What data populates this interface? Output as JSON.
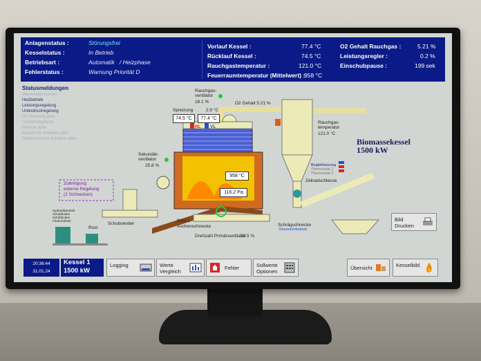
{
  "header": {
    "anlagenstatus_label": "Anlagenstatus :",
    "anlagenstatus_value": "Störungsfrei",
    "kesselstatus_label": "Kesselstatus :",
    "kesselstatus_value": "In Betrieb",
    "betriebsart_label": "Betriebsart :",
    "betriebsart_value": "Automatik   / Heizphase",
    "fehlerstatus_label": "Fehlerstatus :",
    "fehlerstatus_value": "Warnung Priorität D",
    "vorlauf_label": "Vorlauf Kessel :",
    "vorlauf_value": "77.4 °C",
    "ruecklauf_label": "Rücklauf Kessel :",
    "ruecklauf_value": "74.5 °C",
    "rauchgas_label": "Rauchgastemperatur :",
    "rauchgas_value": "121.0 °C",
    "feuerraum_label": "Feuerraumtemperatur (Mittelwert) :",
    "feuerraum_value": "958 °C",
    "o2_label": "O2 Gehalt Rauchgas :",
    "o2_value": "5.21 %",
    "leistungsregler_label": "Leistungsregler :",
    "leistungsregler_value": "0.2 %",
    "einschubpause_label": "Einschubpause :",
    "einschubpause_value": "199 sek"
  },
  "status": {
    "title": "Statusmeldungen",
    "items": [
      {
        "text": "Warmhalteroutinen",
        "active": false
      },
      {
        "text": "Heizbetrieb",
        "active": true
      },
      {
        "text": "Leistungsregelung",
        "active": true
      },
      {
        "text": "Unterdruckregelung",
        "active": true
      },
      {
        "text": "O2 Messung aktiv",
        "active": false
      },
      {
        "text": "Lambdaregelung",
        "active": false
      },
      {
        "text": "Brenner aktiv",
        "active": false
      },
      {
        "text": "Rauchrohr Schieber aktiv",
        "active": false
      },
      {
        "text": "Gebläsekessel Schieber aktiv",
        "active": false
      }
    ]
  },
  "process": {
    "rauchgasventilator_label": "Rauchgas-\nventilator",
    "rauchgasventilator_value": "18.1 %",
    "o2_label": "O2 Gehalt 5.21 %",
    "spreizung_label": "Spreizung",
    "spreizung_value": "2.9 °C",
    "ruecklauf_box": "74.5 °C",
    "vorlauf_box": "77.4 °C",
    "rl_label": "RL",
    "vl_label": "VL",
    "rauchgastemp_label": "Rauchgas-\ntemperatur",
    "rauchgastemp_value": "121.0 °C",
    "boiler_title_1": "Biomassekessel",
    "boiler_title_2": "1500 kW",
    "sekundaer_label": "Sekundär-\nventilator",
    "sekundaer_value": "25.8 %",
    "feuerraum_box": "958 °C",
    "druck_box": "116.2 Pa",
    "begleitheizung": "Begleitheizung",
    "thermostat1": "Thermostat 1",
    "thermostat2": "Thermostat 2",
    "zellradschleuse": "Zellradschleuse",
    "zubringung": "Zubringung\nexterne Regelung\n(2 Schnecken)",
    "schubboden_text": "Hydraulikantrieb\nSchubboden\nSchubboden\nFördereinheit",
    "rost_label": "Rost",
    "schubsender": "Schubsender",
    "rost1_label": "Rost 1",
    "aschenschnecke": "Aschenschnecke",
    "drehzahl_label": "Drehzahl Primärventilator",
    "drehzahl_value": "59.5 %",
    "schraegschnecke": "Schrägschnecke",
    "reversierbetrieb": "Reversierbetrieb",
    "bild_drucken": "Bild\nDrucken"
  },
  "toolbar": {
    "time": "20:36:44",
    "date": "31.01.24",
    "kessel_1": "Kessel 1",
    "kessel_power": "1500 kW",
    "logging": "Logging",
    "werte": "Werte\nVergleich",
    "fehler": "Fehler",
    "sollwerte": "Sollwerte\nOptionen",
    "uebersicht": "Übersicht",
    "kesselbild": "Kesselbild"
  },
  "colors": {
    "header_bg": "#0a1a86",
    "status_ok": "#7fe0ff",
    "fan_green": "#27c93f",
    "rl_red": "#d62828",
    "vl_blue": "#1e4fd8"
  }
}
